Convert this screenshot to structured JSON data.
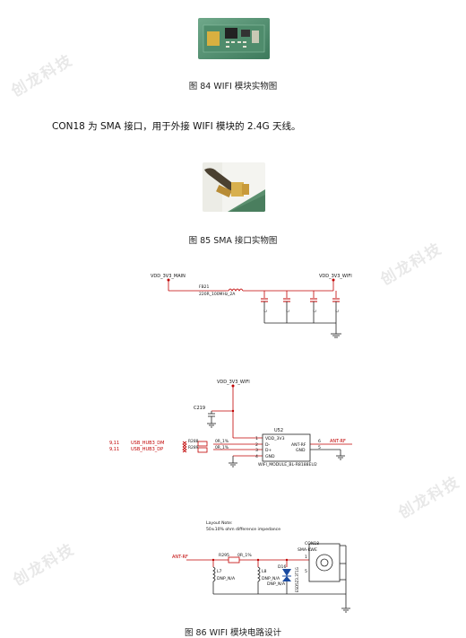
{
  "captions": {
    "fig84": "图  84 WIFI 模块实物图",
    "fig85": "图  85 SMA 接口实物图",
    "fig86": "图  86 WIFI 模块电路设计"
  },
  "paragraph": "CON18 为 SMA 接口，用于外接 WIFI 模块的 2.4G 天线。",
  "watermark": "创龙科技",
  "schematic": {
    "top": {
      "vdd_main": "VDD_3V3_MAIN",
      "vdd_wifi": "VDD_3V3_WIFI",
      "fb_ref": "FB21",
      "fb_val": "220R_100MHz_2A",
      "caps": [
        "C",
        "C",
        "C",
        "C"
      ]
    },
    "mid": {
      "vdd_wifi": "VDD_3V3_WIFI",
      "c_ref": "C219",
      "u_ref": "U52",
      "pins": [
        "VDD_3V3",
        "D-",
        "D+",
        "GND"
      ],
      "pins_right": [
        "ANT-RF",
        "GND"
      ],
      "pin_nums_right": [
        "6",
        "5"
      ],
      "pin_nums_left": [
        "1",
        "2",
        "3",
        "4"
      ],
      "module_name": "WIFI_MODULE_BL-R8188EU2",
      "net_dm": "USB_HUB3_DM",
      "net_dp": "USB_HUB3_DP",
      "page_ref": "9,11",
      "r1": "R288",
      "r2": "R289",
      "r_val": "0R_1%",
      "ant": "ANT-RF"
    },
    "bottom": {
      "note1": "Layout Note:",
      "note2": "50±10% ohm difference impedance",
      "ant": "ANT-RF",
      "r_ref": "R295",
      "r_val": "0R_1%",
      "l7": "L7",
      "l8": "L8",
      "dnp": "DNP_N/A",
      "d_ref": "D16",
      "d_val": "DNP_N/A",
      "con_ref": "CON18",
      "con_val": "SMA-KWE",
      "esd": "ESD5Z3.3T1G",
      "pin1": "1",
      "pin5": "5"
    }
  }
}
